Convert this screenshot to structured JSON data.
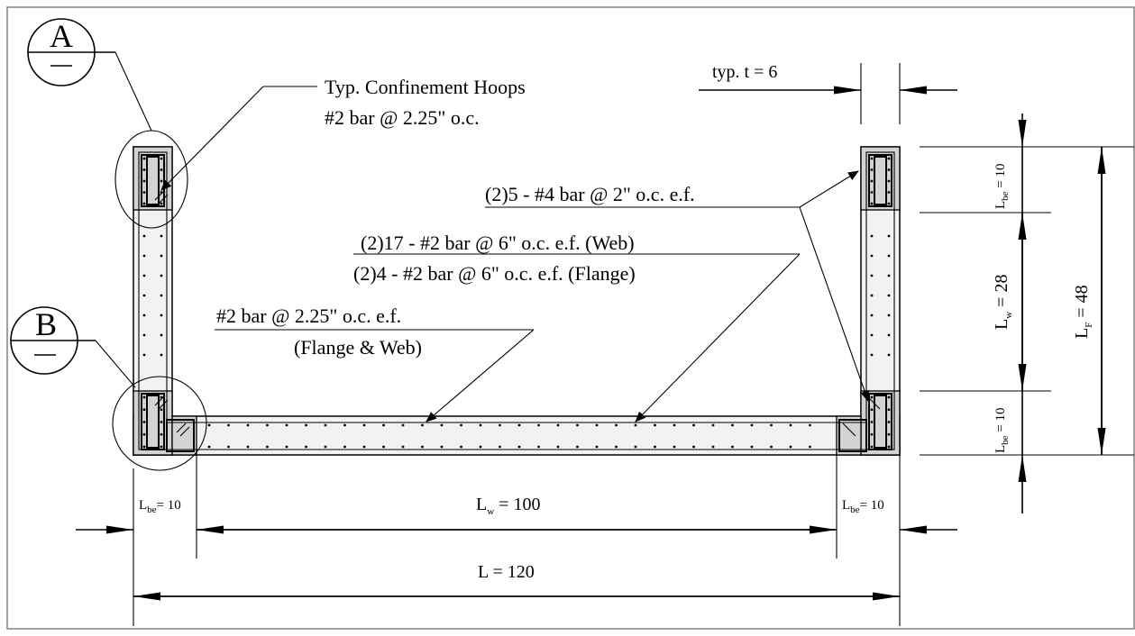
{
  "labels": {
    "section_a": "A",
    "section_b": "B",
    "hoops_line1": "Typ. Confinement Hoops",
    "hoops_line2": "#2 bar @ 2.25\" o.c.",
    "thickness": "typ. t = 6",
    "boundary_bars": "(2)5 - #4 bar @ 2\" o.c. e.f.",
    "web_bars": "(2)17 - #2 bar @ 6\" o.c. e.f. (Web)",
    "flange_bars": "(2)4 - #2 bar @ 6\" o.c. e.f. (Flange)",
    "horiz_line1": "#2 bar @ 2.25\" o.c. e.f.",
    "horiz_line2": "(Flange & Web)",
    "dim_L": "L = 120",
    "dim_Lw_web_prefix": "L",
    "dim_Lw_web_sub": "w",
    "dim_Lw_web_value": " = 100",
    "dim_Lbe_prefix": "L",
    "dim_Lbe_sub": "be",
    "dim_Lbe_value": "= 10",
    "dim_Lbe_v_value": " = 10",
    "dim_Lw_flange_prefix": "L",
    "dim_Lw_flange_sub": "w",
    "dim_Lw_flange_value": " = 28",
    "dim_LF_prefix": "L",
    "dim_LF_sub": "F",
    "dim_LF_value": " = 48"
  }
}
